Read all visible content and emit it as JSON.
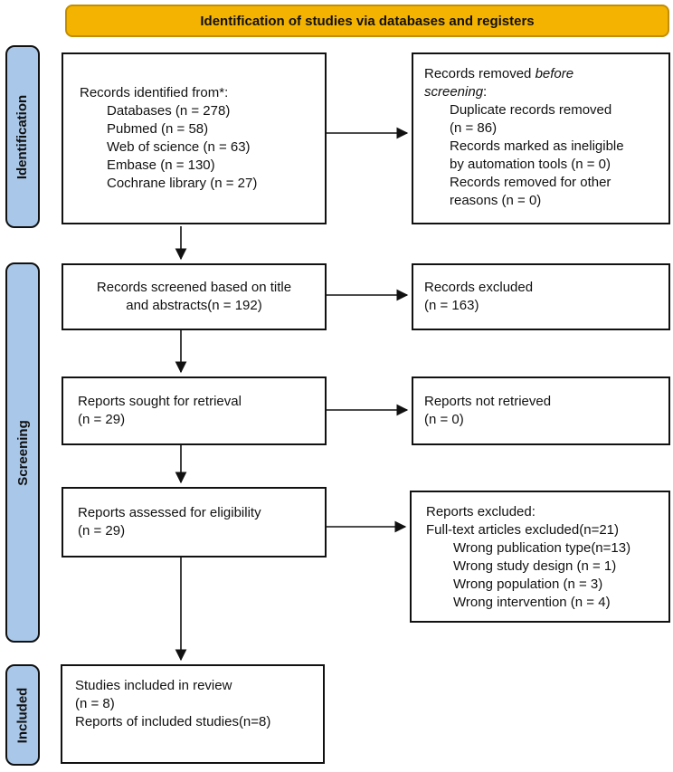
{
  "header": {
    "title": "Identification of studies via databases and registers"
  },
  "colors": {
    "header_bg": "#F5B301",
    "header_border": "#C28E00",
    "stage_bg": "#A9C7E8",
    "line_color": "#111111"
  },
  "stages": [
    {
      "label": "Identification"
    },
    {
      "label": "Screening"
    },
    {
      "label": "Included"
    }
  ],
  "boxes": {
    "identified": {
      "lines": [
        "Records identified from*:",
        "Databases (n = 278)",
        "Pubmed (n = 58)",
        "Web of science (n = 63)",
        "Embase (n = 130)",
        "Cochrane library (n = 27)"
      ]
    },
    "removed": {
      "title_prefix": "Records removed ",
      "title_italic_1": "before",
      "title_italic_2": "screening",
      "title_suffix": ":",
      "lines": [
        "Duplicate records removed",
        "(n = 86)",
        "Records marked as ineligible",
        "by automation tools (n = 0)",
        "Records removed for other",
        "reasons (n = 0)"
      ]
    },
    "screened": {
      "lines": [
        "Records screened based on title",
        "and abstracts(n = 192)"
      ]
    },
    "records_excluded": {
      "lines": [
        "Records excluded",
        "(n = 163)"
      ]
    },
    "sought": {
      "lines": [
        "Reports sought for retrieval",
        "(n = 29)"
      ]
    },
    "not_retrieved": {
      "lines": [
        "Reports not retrieved",
        "(n = 0)"
      ]
    },
    "assessed": {
      "lines": [
        "Reports assessed for eligibility",
        "(n = 29)"
      ]
    },
    "reports_excluded": {
      "lines": [
        "Reports excluded:",
        "Full-text articles excluded(n=21)",
        "Wrong publication type(n=13)",
        "Wrong study design (n = 1)",
        "Wrong population (n = 3)",
        "Wrong intervention (n = 4)"
      ]
    },
    "included": {
      "lines": [
        "Studies included in review",
        "(n = 8)",
        "Reports of included studies(n=8)"
      ]
    }
  }
}
